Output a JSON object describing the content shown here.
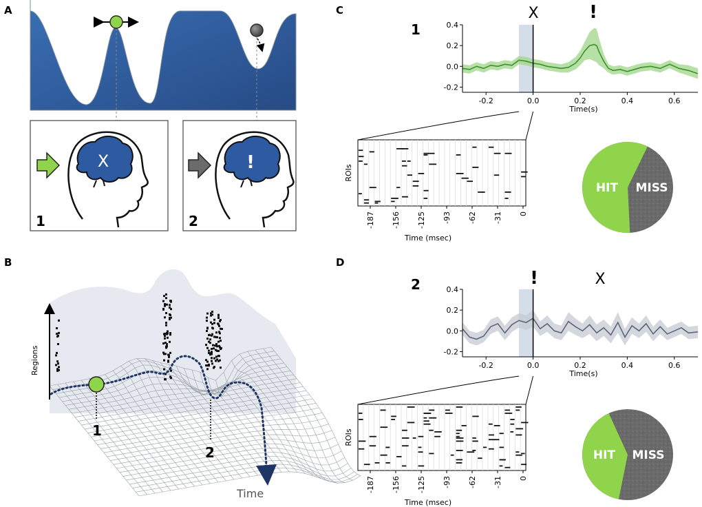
{
  "panels": {
    "A": {
      "letter": "A",
      "state1_label": "1",
      "state2_label": "2",
      "state1_symbol": "X",
      "state2_symbol": "!",
      "colors": {
        "landscape": "#2f63a5",
        "ball_active": "#8fd44a",
        "ball_passive": "#555555",
        "arrow_active": "#8fd44a",
        "arrow_passive": "#666666",
        "brain": "#2d5aa0"
      }
    },
    "B": {
      "letter": "B",
      "ylabel": "Regions",
      "xlabel": "Time",
      "point1": "1",
      "point2": "2"
    },
    "C": {
      "letter": "C",
      "trial_label": "1",
      "marker_early": "X",
      "marker_late": "!",
      "line_color": "#3f8f2c",
      "band_color": "#9fd58a",
      "raster_ylabel": "ROIs",
      "raster_xlabel": "Time (msec)",
      "raster_ticks": [
        "-187",
        "-156",
        "-125",
        "-93",
        "-62",
        "-31",
        "0"
      ],
      "pie": {
        "hit_label": "HIT",
        "miss_label": "MISS",
        "hit_fraction": 0.58,
        "hit_color": "#8fd44a",
        "miss_color": "#6a6a6a"
      }
    },
    "D": {
      "letter": "D",
      "trial_label": "2",
      "marker_early": "!",
      "marker_late": "X",
      "line_color": "#5c6678",
      "band_color": "#c5c9d3",
      "raster_ylabel": "ROIs",
      "raster_xlabel": "Time (msec)",
      "raster_ticks": [
        "-187",
        "-156",
        "-125",
        "-93",
        "-62",
        "-31",
        "0"
      ],
      "pie": {
        "hit_label": "HIT",
        "miss_label": "MISS",
        "hit_fraction": 0.4,
        "hit_color": "#8fd44a",
        "miss_color": "#6a6a6a"
      }
    }
  },
  "chart_data": [
    {
      "type": "line",
      "panel": "C",
      "xlabel": "Time(s)",
      "ylabel": "",
      "xlim": [
        -0.3,
        0.7
      ],
      "ylim": [
        -0.25,
        0.4
      ],
      "xticks": [
        "-0.2",
        "0.0",
        "0.2",
        "0.4",
        "0.6"
      ],
      "yticks": [
        "-0.2",
        "0.0",
        "0.2",
        "0.4"
      ],
      "highlight_window": [
        -0.06,
        0.0
      ],
      "x": [
        -0.3,
        -0.27,
        -0.24,
        -0.21,
        -0.18,
        -0.15,
        -0.12,
        -0.09,
        -0.06,
        -0.03,
        0.0,
        0.03,
        0.06,
        0.09,
        0.12,
        0.15,
        0.18,
        0.2,
        0.22,
        0.24,
        0.26,
        0.27,
        0.28,
        0.3,
        0.32,
        0.34,
        0.37,
        0.4,
        0.43,
        0.46,
        0.5,
        0.54,
        0.58,
        0.62,
        0.66,
        0.7
      ],
      "y": [
        -0.02,
        -0.03,
        0.0,
        -0.02,
        0.01,
        0.0,
        0.02,
        0.01,
        0.06,
        0.05,
        0.03,
        0.02,
        0.0,
        -0.01,
        -0.02,
        -0.01,
        0.03,
        0.08,
        0.15,
        0.2,
        0.21,
        0.2,
        0.14,
        0.05,
        -0.02,
        -0.04,
        -0.03,
        -0.05,
        -0.03,
        -0.01,
        0.0,
        -0.02,
        0.02,
        -0.02,
        -0.04,
        -0.07
      ],
      "band": [
        0.04,
        0.04,
        0.04,
        0.04,
        0.04,
        0.04,
        0.04,
        0.04,
        0.04,
        0.04,
        0.04,
        0.04,
        0.04,
        0.04,
        0.04,
        0.05,
        0.06,
        0.07,
        0.09,
        0.13,
        0.16,
        0.16,
        0.13,
        0.07,
        0.04,
        0.04,
        0.04,
        0.04,
        0.04,
        0.04,
        0.04,
        0.04,
        0.04,
        0.04,
        0.05,
        0.05
      ]
    },
    {
      "type": "line",
      "panel": "D",
      "xlabel": "Time(s)",
      "ylabel": "",
      "xlim": [
        -0.3,
        0.7
      ],
      "ylim": [
        -0.25,
        0.4
      ],
      "xticks": [
        "-0.2",
        "0.0",
        "0.2",
        "0.4",
        "0.6"
      ],
      "yticks": [
        "-0.2",
        "0.0",
        "0.2",
        "0.4"
      ],
      "highlight_window": [
        -0.06,
        0.0
      ],
      "x": [
        -0.3,
        -0.27,
        -0.24,
        -0.21,
        -0.18,
        -0.15,
        -0.12,
        -0.09,
        -0.06,
        -0.03,
        0.0,
        0.03,
        0.06,
        0.09,
        0.12,
        0.15,
        0.18,
        0.21,
        0.24,
        0.27,
        0.3,
        0.33,
        0.36,
        0.39,
        0.42,
        0.45,
        0.48,
        0.51,
        0.54,
        0.57,
        0.6,
        0.63,
        0.66,
        0.7
      ],
      "y": [
        0.02,
        -0.06,
        -0.08,
        -0.05,
        0.04,
        0.07,
        -0.02,
        0.06,
        0.1,
        0.08,
        0.12,
        0.02,
        0.07,
        0.0,
        -0.02,
        0.09,
        0.04,
        0.0,
        0.06,
        -0.02,
        0.03,
        -0.04,
        0.08,
        -0.06,
        0.05,
        0.0,
        0.07,
        -0.03,
        0.04,
        -0.03,
        0.0,
        0.03,
        -0.02,
        -0.01
      ],
      "band": [
        0.06,
        0.06,
        0.06,
        0.06,
        0.07,
        0.07,
        0.07,
        0.07,
        0.07,
        0.07,
        0.08,
        0.07,
        0.08,
        0.07,
        0.07,
        0.09,
        0.08,
        0.07,
        0.09,
        0.08,
        0.08,
        0.08,
        0.1,
        0.08,
        0.08,
        0.07,
        0.08,
        0.07,
        0.07,
        0.06,
        0.06,
        0.06,
        0.06,
        0.06
      ]
    }
  ]
}
